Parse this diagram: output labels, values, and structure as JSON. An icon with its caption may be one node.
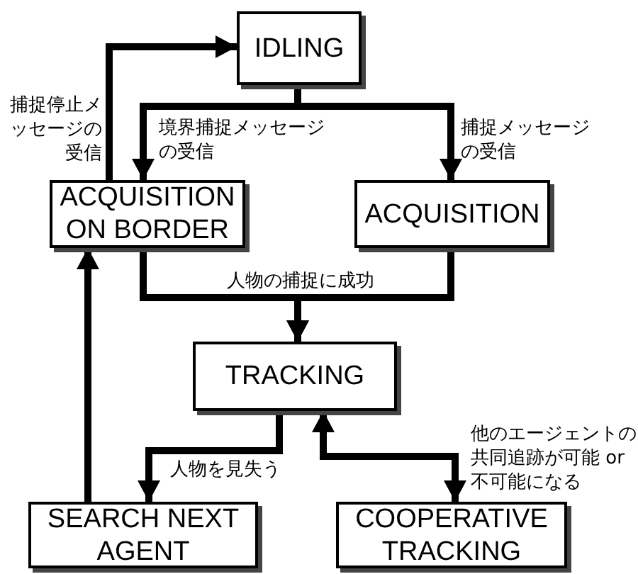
{
  "diagram": {
    "nodes": [
      {
        "text": [
          "IDLING"
        ]
      },
      {
        "text": [
          "ACQUISITION ON BORDER"
        ]
      },
      {
        "text": [
          "ACQUISITION"
        ]
      },
      {
        "text": [
          "TRACKING"
        ]
      },
      {
        "text": [
          "SEARCH NEXT AGENT"
        ]
      },
      {
        "text": [
          "COOPERATIVE TRACKING"
        ]
      }
    ],
    "edges": [
      {
        "from": 1,
        "to": 0,
        "arrow": "to",
        "label": "捕捉停止メッセージの受信"
      },
      {
        "from": 0,
        "to": 1,
        "arrow": "to",
        "label": "境界捕捉メッセージの受信"
      },
      {
        "from": 0,
        "to": 2,
        "arrow": "to",
        "label": "捕捉メッセージの受信"
      },
      {
        "from": 1,
        "to": 3,
        "arrow": "to",
        "label": "人物の捕捉に成功"
      },
      {
        "from": 2,
        "to": 3,
        "arrow": "to"
      },
      {
        "from": 3,
        "to": 4,
        "arrow": "to",
        "label": "人物を見失う"
      },
      {
        "from": 3,
        "to": 5,
        "arrow": "both",
        "label": "他のエージェントの共同追跡が可能 or 不可能になる"
      },
      {
        "from": 4,
        "to": 1,
        "arrow": "to"
      }
    ]
  }
}
